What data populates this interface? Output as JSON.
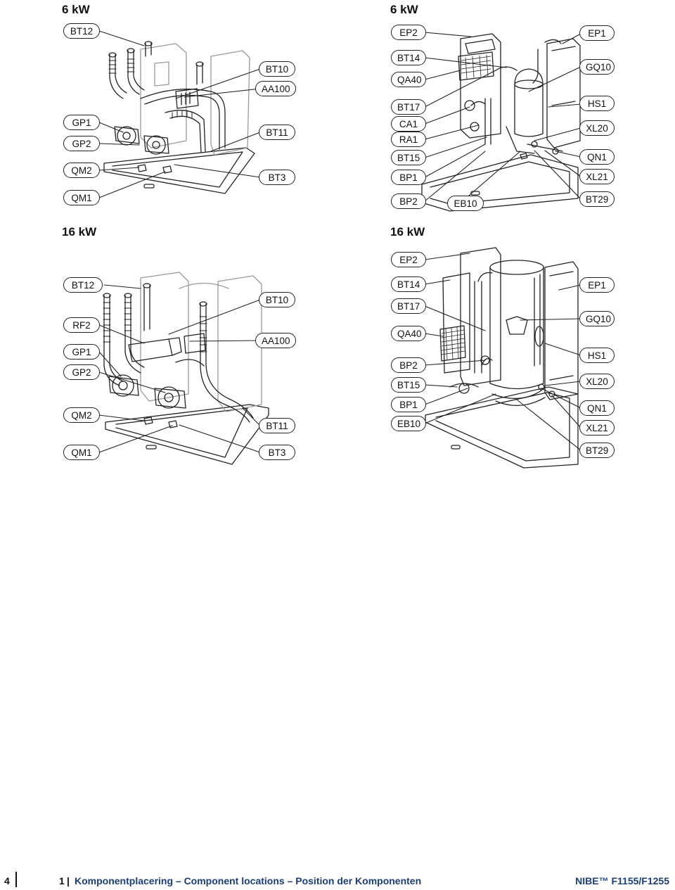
{
  "panels": [
    {
      "title": "6 kW"
    },
    {
      "title": "6 kW"
    },
    {
      "title": "16 kW"
    },
    {
      "title": "16 kW"
    }
  ],
  "labels": {
    "p1": [
      "BT12",
      "GP1",
      "GP2",
      "QM2",
      "QM1",
      "BT10",
      "AA100",
      "BT11",
      "BT3"
    ],
    "p2": [
      "EP2",
      "BT14",
      "QA40",
      "BT17",
      "CA1",
      "RA1",
      "BT15",
      "BP1",
      "BP2",
      "EB10",
      "EP1",
      "GQ10",
      "HS1",
      "XL20",
      "QN1",
      "XL21",
      "BT29"
    ],
    "p3": [
      "BT12",
      "RF2",
      "GP1",
      "GP2",
      "QM2",
      "QM1",
      "BT10",
      "AA100",
      "BT11",
      "BT3"
    ],
    "p4": [
      "EP2",
      "BT14",
      "BT17",
      "QA40",
      "BP2",
      "BT15",
      "BP1",
      "EB10",
      "EP1",
      "GQ10",
      "HS1",
      "XL20",
      "QN1",
      "XL21",
      "BT29"
    ]
  },
  "footer": {
    "page_number": "4",
    "chapter_number": "1",
    "separator": "|",
    "section_title": "Komponentplacering – Component locations – Position der Komponenten",
    "brand": "NIBE™ F1155/F1255"
  }
}
